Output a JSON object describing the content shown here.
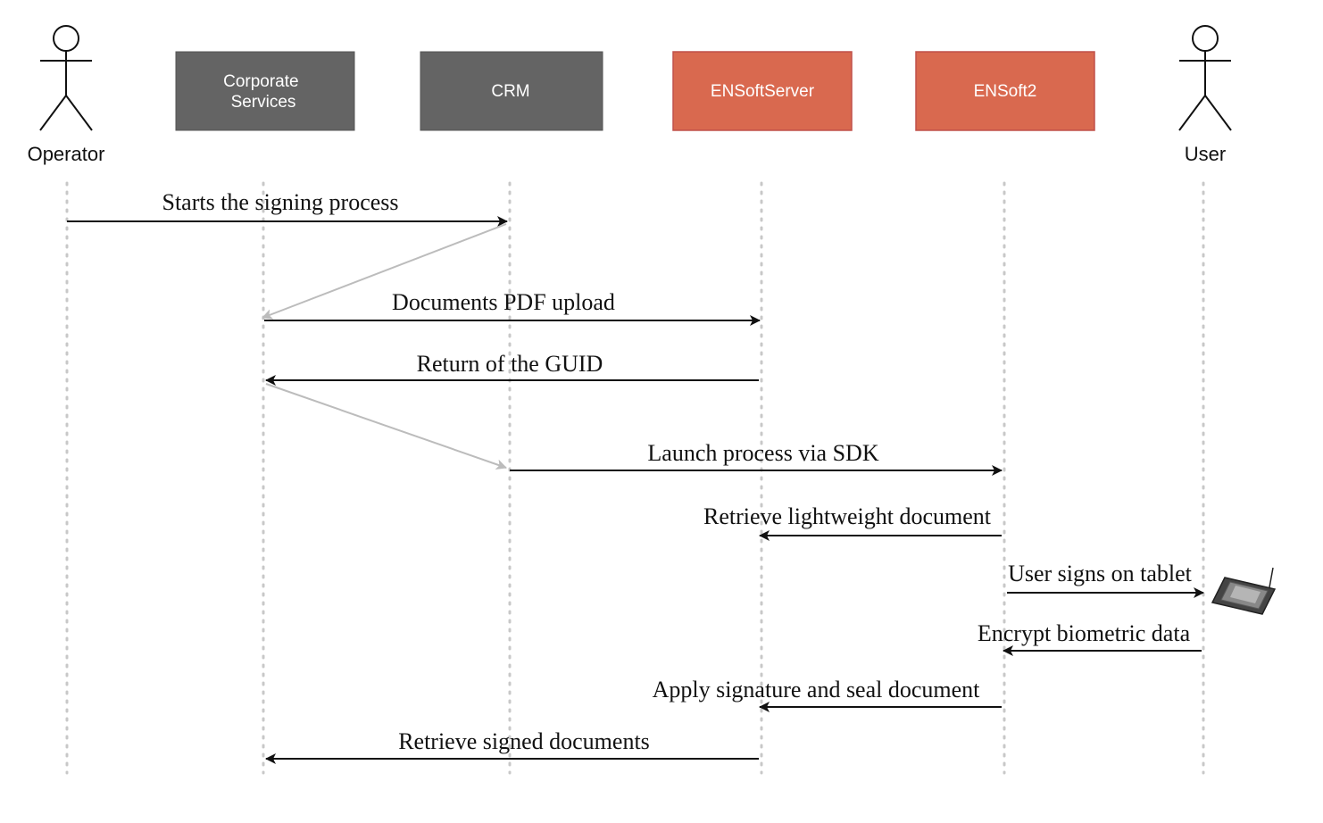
{
  "colors": {
    "system_box": "#646464",
    "accent_box": "#d9694f",
    "accent_border": "#c0504a",
    "message_line": "#111111",
    "return_line": "#bcbcbc"
  },
  "participants": {
    "operator": "Operator",
    "corporate_services": "Corporate\nServices",
    "crm": "CRM",
    "ensoftserver": "ENSoftServer",
    "ensoft2": "ENSoft2",
    "user": "User"
  },
  "messages": {
    "m1": "Starts the signing process",
    "m2": "Documents PDF upload",
    "m3": "Return of the GUID",
    "m4": "Launch process via SDK",
    "m5": "Retrieve lightweight document",
    "m6": "User signs on tablet",
    "m7": "Encrypt biometric data",
    "m8": "Apply signature and seal document",
    "m9": "Retrieve signed documents"
  },
  "icons": {
    "operator": "stick-figure-icon",
    "user": "stick-figure-icon",
    "tablet": "signature-tablet-icon"
  }
}
